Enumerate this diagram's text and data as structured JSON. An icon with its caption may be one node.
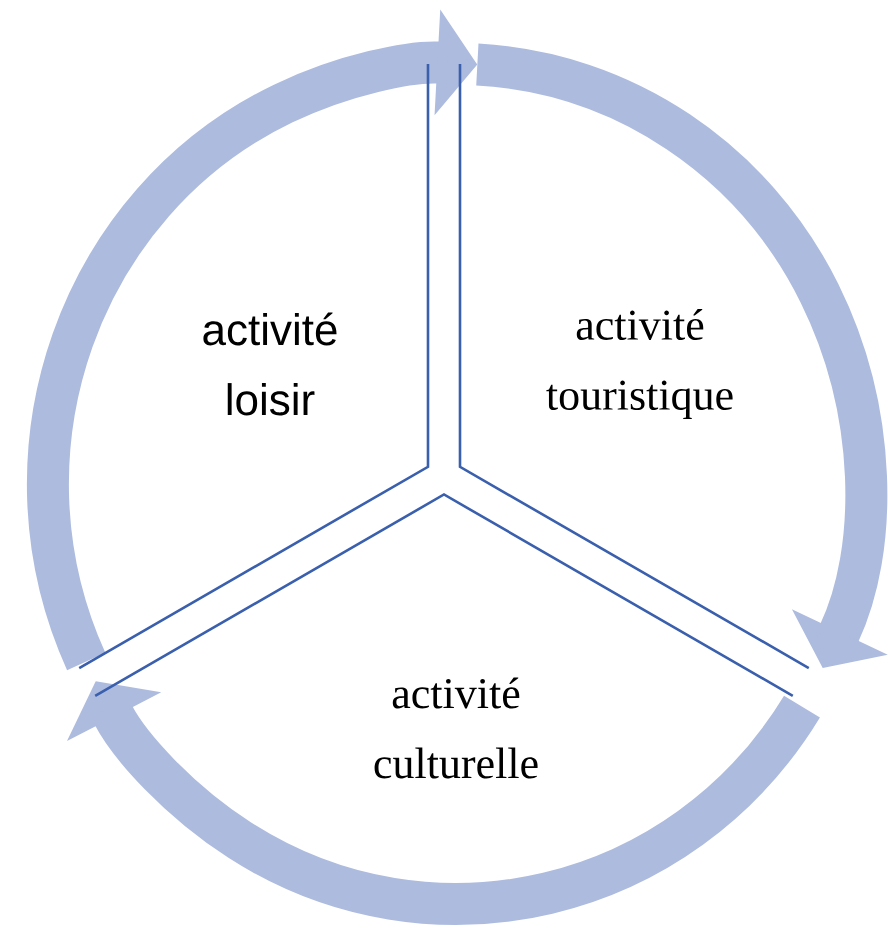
{
  "diagram": {
    "nodes": [
      {
        "text": [
          "activité loisir"
        ]
      },
      {
        "text": [
          "activité touristique"
        ]
      },
      {
        "text": [
          "activité culturelle"
        ]
      }
    ],
    "edges": [
      {
        "from": 0,
        "to": 1,
        "arrow": "to"
      },
      {
        "from": 1,
        "to": 2,
        "arrow": "to"
      },
      {
        "from": 2,
        "to": 0,
        "arrow": "to"
      }
    ]
  }
}
